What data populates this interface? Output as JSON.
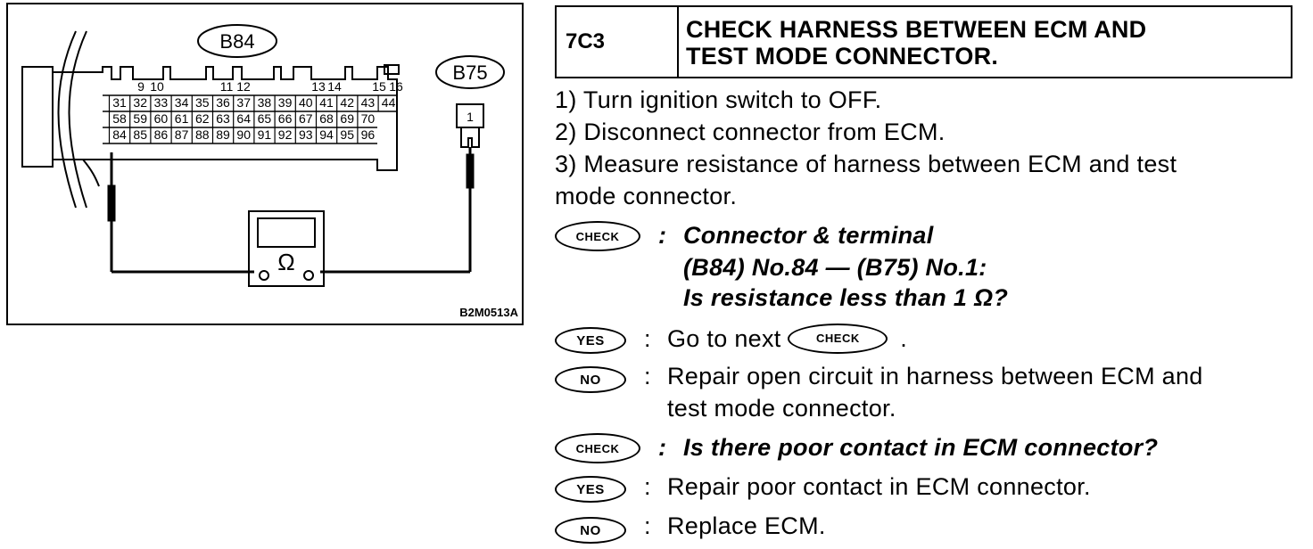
{
  "diagram": {
    "ecm_connector": "B84",
    "test_connector": "B75",
    "test_pin": "1",
    "meter_symbol": "Ω",
    "figure_code": "B2M0513A",
    "row1_pins": [
      "9",
      "10",
      "11",
      "12",
      "13",
      "14",
      "15",
      "16"
    ],
    "row2_pins": [
      "31",
      "32",
      "33",
      "34",
      "35",
      "36",
      "37",
      "38",
      "39",
      "40",
      "41",
      "42",
      "43",
      "44"
    ],
    "row3_pins": [
      "58",
      "59",
      "60",
      "61",
      "62",
      "63",
      "64",
      "65",
      "66",
      "67",
      "68",
      "69",
      "70"
    ],
    "row4_pins": [
      "84",
      "85",
      "86",
      "87",
      "88",
      "89",
      "90",
      "91",
      "92",
      "93",
      "94",
      "95",
      "96"
    ]
  },
  "step": {
    "id": "7C3",
    "title_line1": "CHECK HARNESS BETWEEN ECM AND",
    "title_line2": "TEST MODE CONNECTOR."
  },
  "instructions": {
    "step1": "1)  Turn ignition switch to OFF.",
    "step2": "2)  Disconnect connector from ECM.",
    "step3a": "3)  Measure resistance of harness between ECM and test",
    "step3b": "mode connector."
  },
  "badges": {
    "check": "CHECK",
    "yes": "YES",
    "no": "NO"
  },
  "check1": {
    "line1": "Connector & terminal",
    "line2": "(B84) No.84 — (B75) No.1:",
    "line3": "Is resistance less than 1 Ω?",
    "yes_prefix": "Go to next",
    "yes_suffix": ".",
    "no_line1": "Repair open circuit in harness between ECM and",
    "no_line2": "test mode connector."
  },
  "check2": {
    "question": "Is there poor contact in ECM connector?",
    "yes": "Repair poor contact in ECM connector.",
    "no": "Replace ECM."
  },
  "colon": ":"
}
